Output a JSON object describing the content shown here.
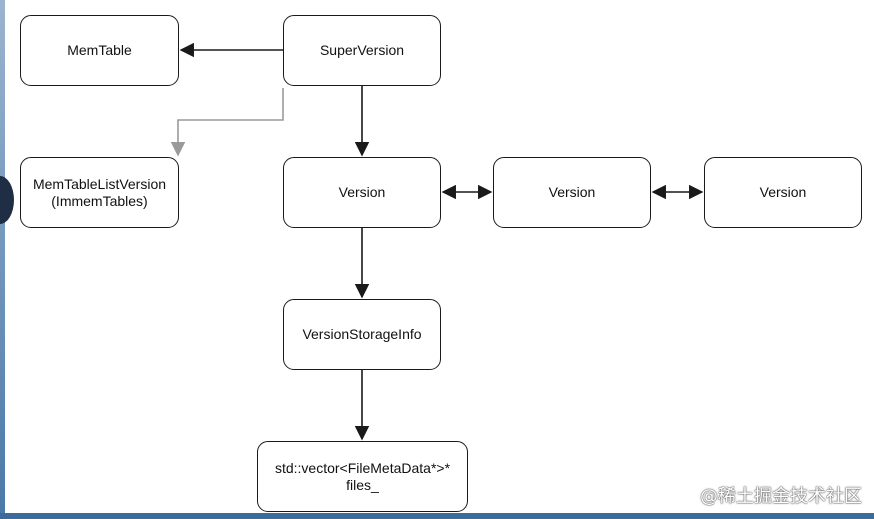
{
  "diagram": {
    "nodes": {
      "memtable": {
        "lines": [
          "MemTable"
        ]
      },
      "superversion": {
        "lines": [
          "SuperVersion"
        ]
      },
      "memtablelist": {
        "lines": [
          "MemTableListVersion",
          "(ImmemTables)"
        ]
      },
      "version1": {
        "lines": [
          "Version"
        ]
      },
      "version2": {
        "lines": [
          "Version"
        ]
      },
      "version3": {
        "lines": [
          "Version"
        ]
      },
      "versionstorageinfo": {
        "lines": [
          "VersionStorageInfo"
        ]
      },
      "files": {
        "lines": [
          "std::vector<FileMetaData*>*",
          "files_"
        ]
      }
    },
    "edges": [
      {
        "from": "superversion",
        "to": "memtable",
        "style": "arrow",
        "color": "#1a1a1a"
      },
      {
        "from": "superversion",
        "to": "memtablelist",
        "style": "arrow",
        "color": "#9a9a9a"
      },
      {
        "from": "superversion",
        "to": "version1",
        "style": "arrow",
        "color": "#1a1a1a"
      },
      {
        "from": "version1",
        "to": "version2",
        "style": "double-arrow",
        "color": "#1a1a1a"
      },
      {
        "from": "version2",
        "to": "version3",
        "style": "double-arrow",
        "color": "#1a1a1a"
      },
      {
        "from": "version1",
        "to": "versionstorageinfo",
        "style": "arrow",
        "color": "#1a1a1a"
      },
      {
        "from": "versionstorageinfo",
        "to": "files",
        "style": "arrow",
        "color": "#1a1a1a"
      }
    ]
  },
  "watermark": {
    "text": "@稀土掘金技术社区"
  }
}
